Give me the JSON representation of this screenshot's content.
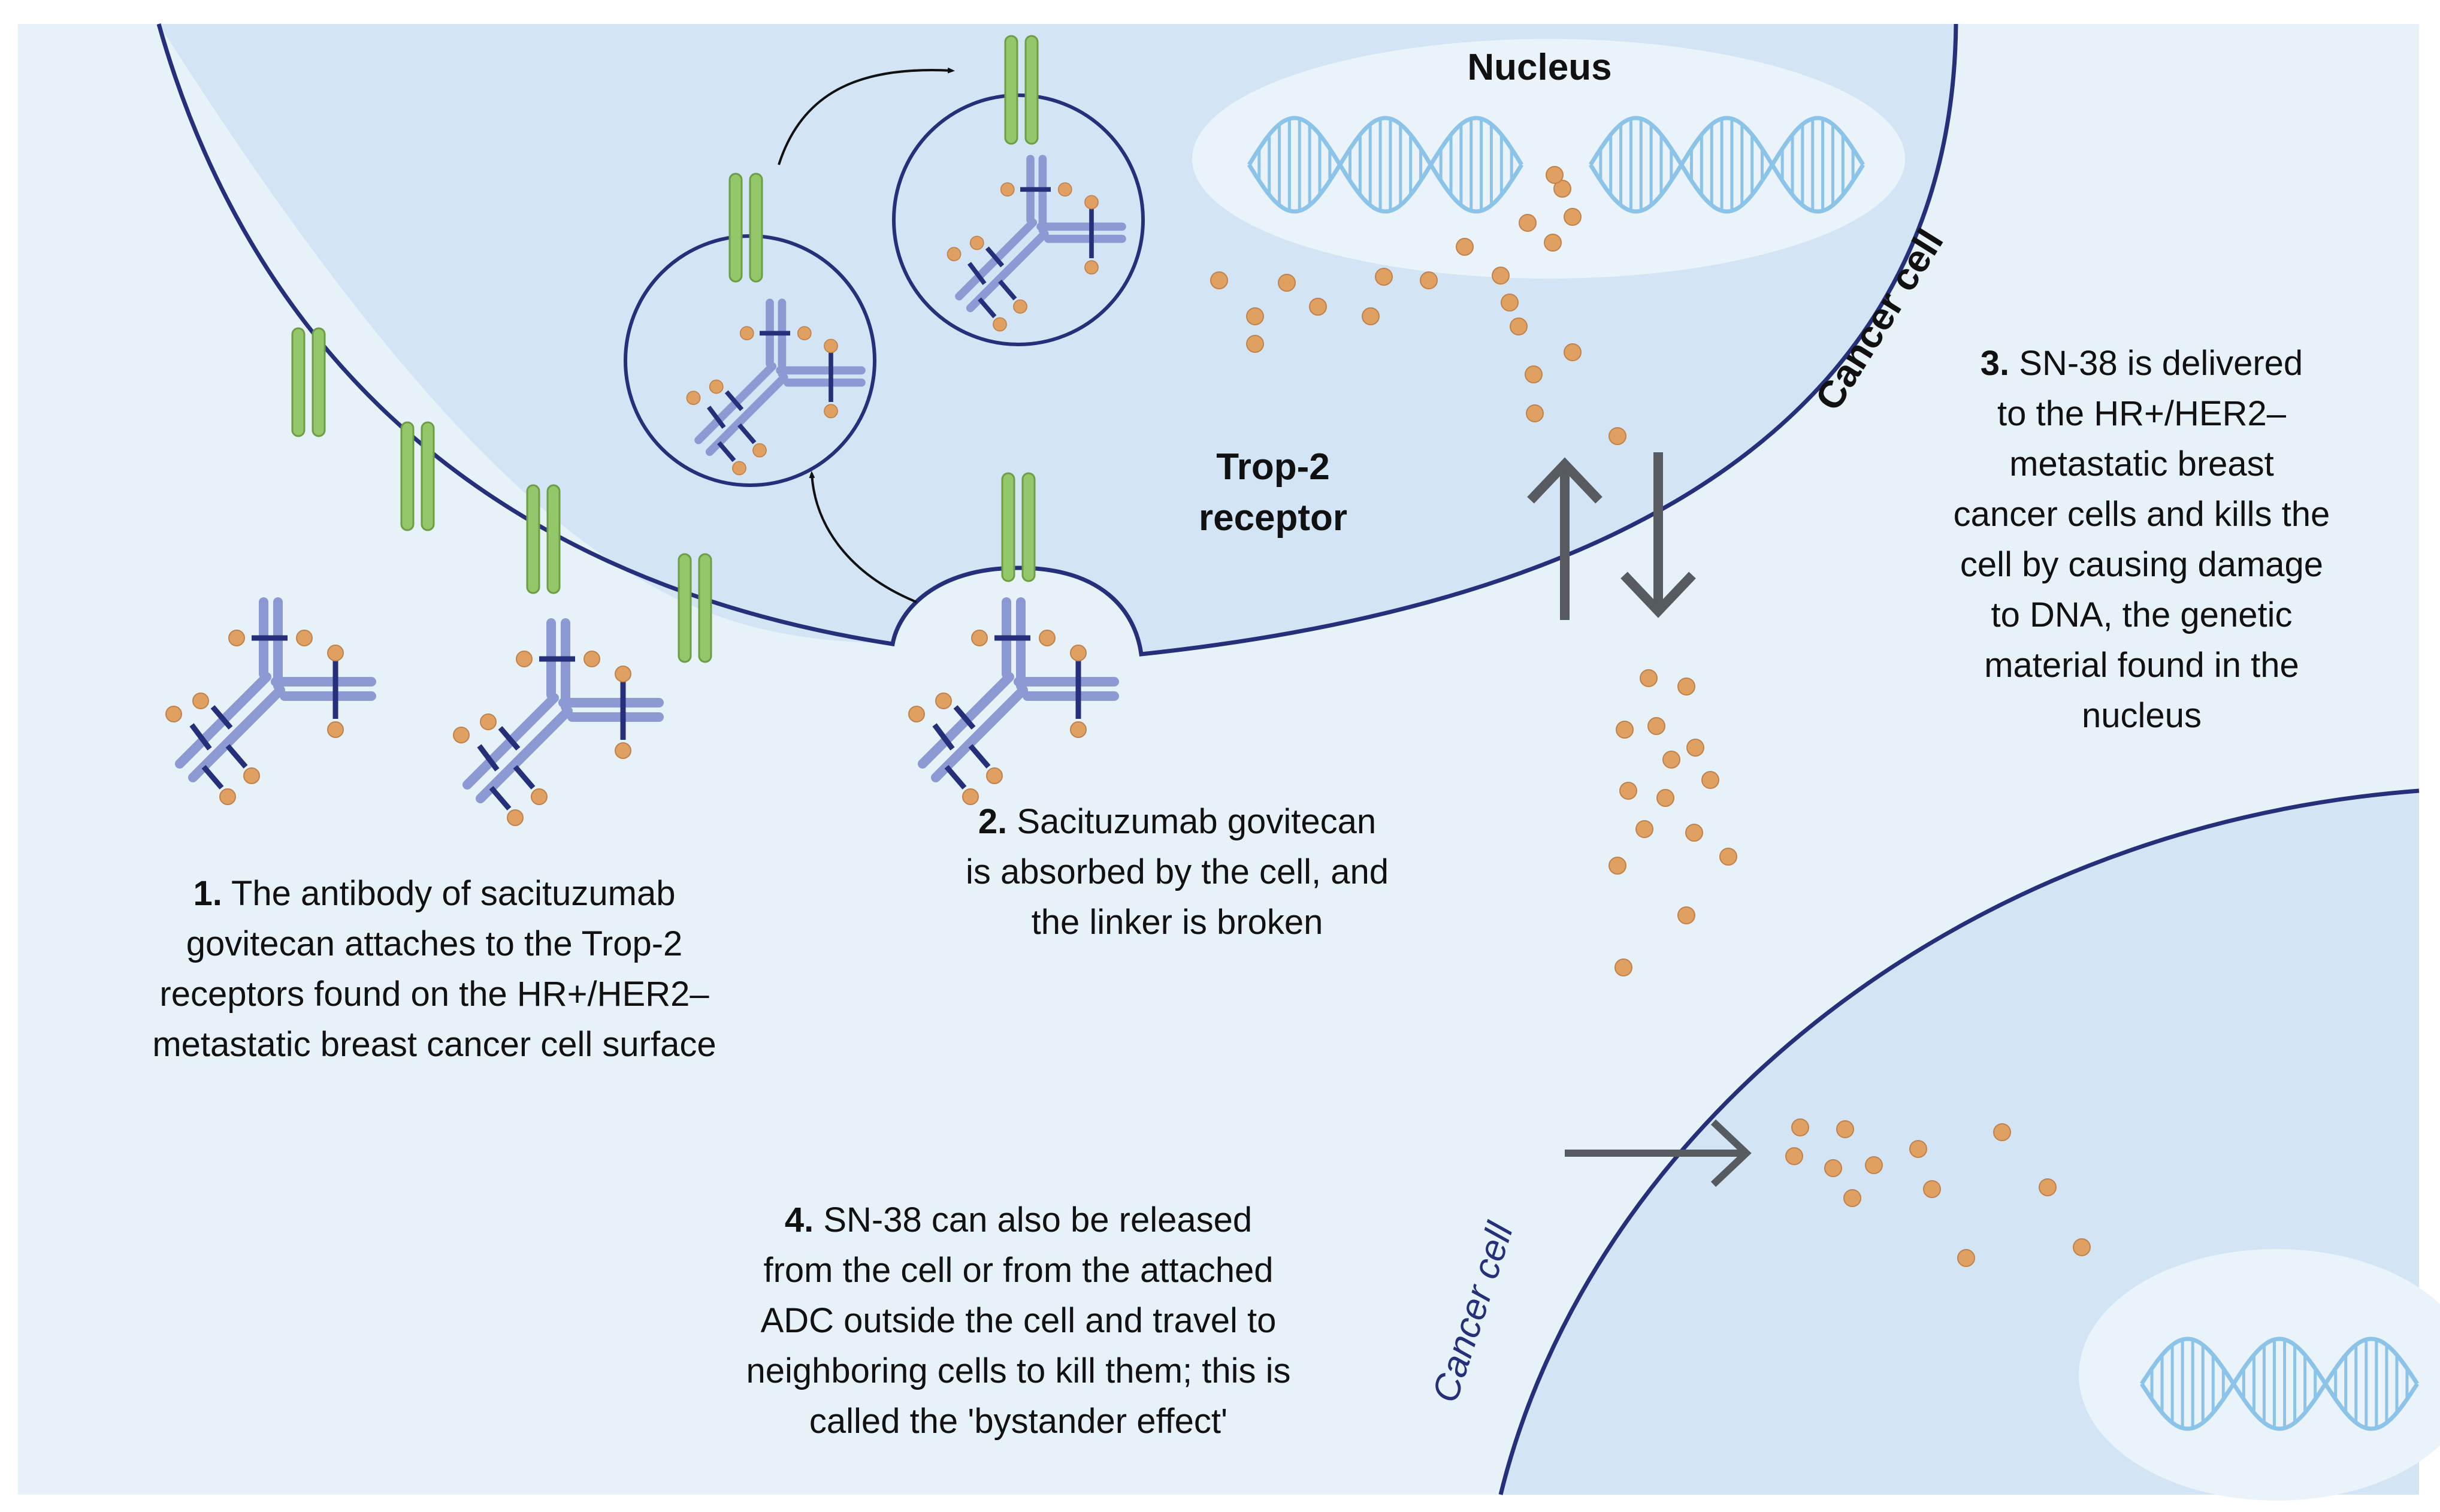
{
  "labels": {
    "nucleus": "Nucleus",
    "trop2_line1": "Trop-2",
    "trop2_line2": "receptor",
    "cancer_cell_top": "Cancer cell",
    "cancer_cell_bottom": "Cancer cell"
  },
  "steps": [
    {
      "number": "1.",
      "lines": [
        "The antibody of sacituzumab",
        "govitecan attaches to the Trop-2",
        "receptors found on the HR+/HER2–",
        "metastatic breast cancer cell surface"
      ]
    },
    {
      "number": "2.",
      "lines": [
        "Sacituzumab govitecan",
        "is absorbed by the cell, and",
        "the linker is broken"
      ]
    },
    {
      "number": "3.",
      "lines": [
        "SN-38 is delivered",
        "to the HR+/HER2–",
        "metastatic breast",
        "cancer cells and kills the",
        "cell by causing damage",
        "to DNA, the genetic",
        "material found in the",
        "nucleus"
      ]
    },
    {
      "number": "4.",
      "lines": [
        "SN-38 can also be released",
        "from the cell or from the attached",
        "ADC outside the cell and travel to",
        "neighboring cells to kill them; this is",
        "called the 'bystander effect'"
      ]
    }
  ],
  "colors": {
    "background": "#e6f1f8",
    "cell_fill": "#d3e5f5",
    "membrane": "#252f7a",
    "nucleus_fill": "#eaf3fa",
    "dna": "#8bc4e8",
    "receptor": "#94c66a",
    "antibody": "#8d99d2",
    "linker": "#252f7a",
    "payload": "#e0a062",
    "arrow": "#575b60"
  }
}
